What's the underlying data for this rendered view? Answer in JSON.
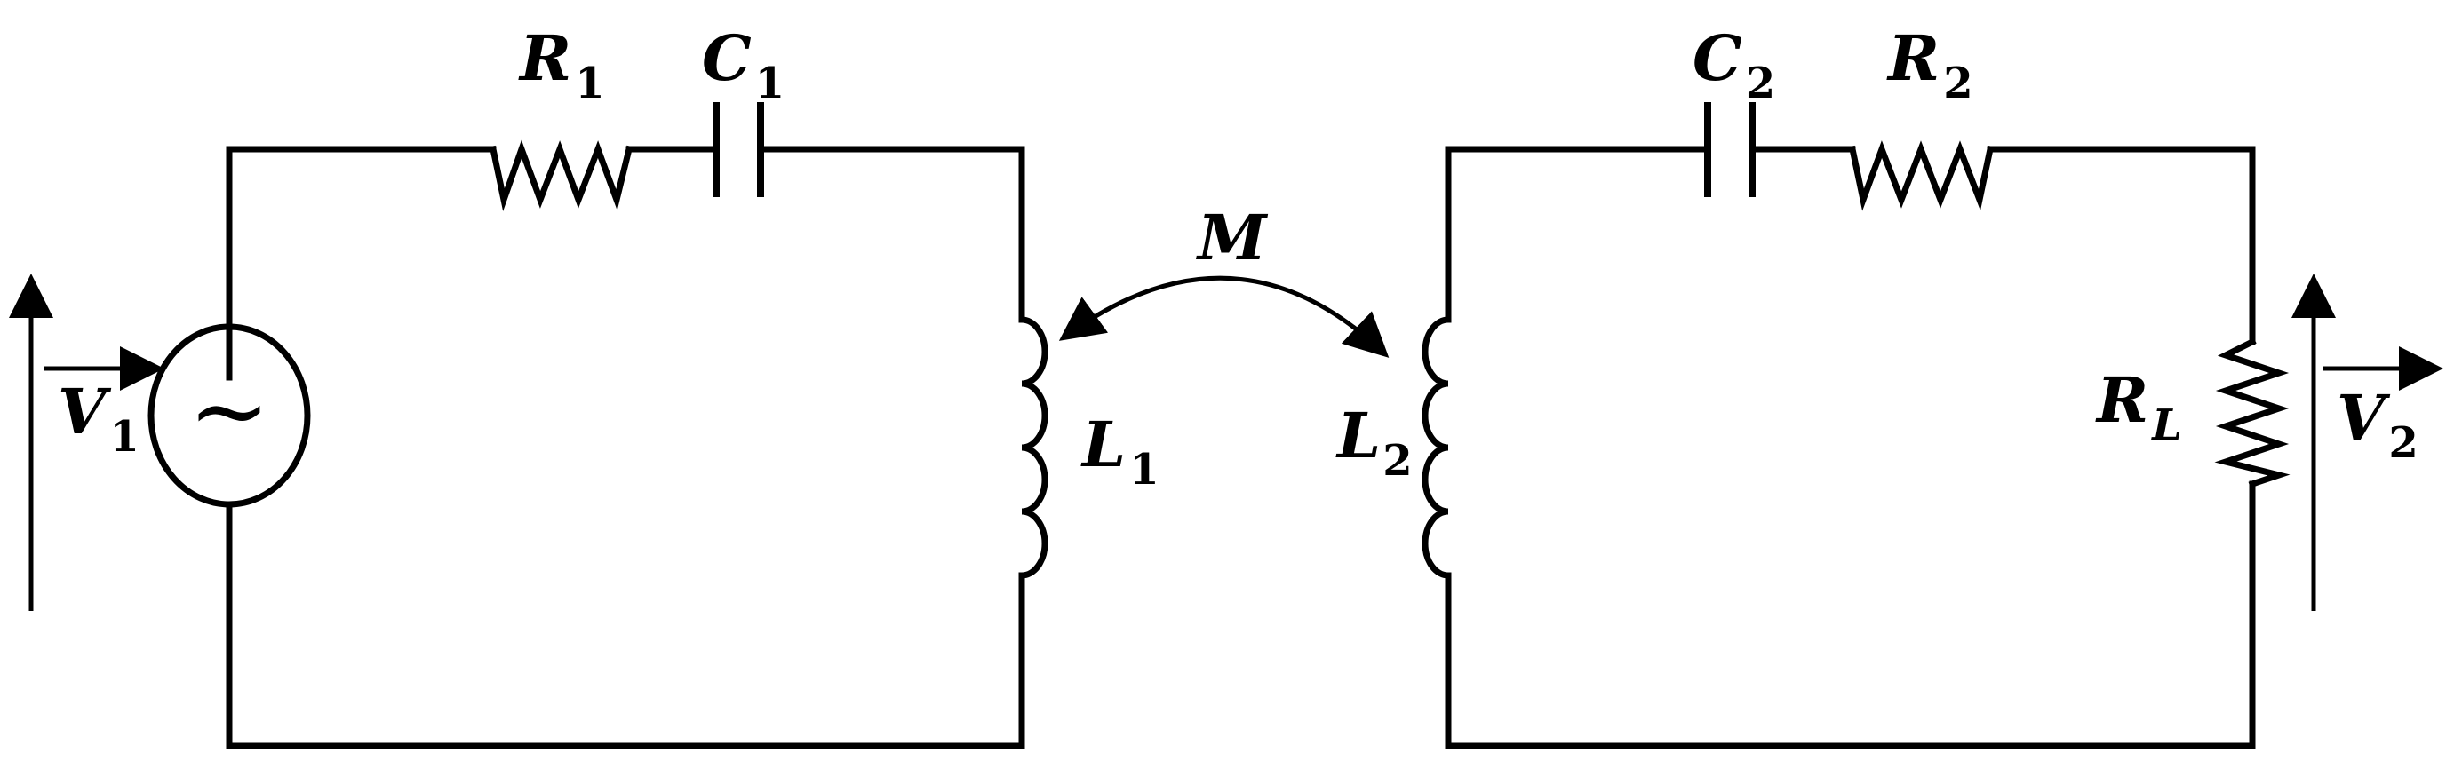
{
  "labels": {
    "R1": {
      "main": "R",
      "sub": "1"
    },
    "C1": {
      "main": "C",
      "sub": "1"
    },
    "C2": {
      "main": "C",
      "sub": "2"
    },
    "R2": {
      "main": "R",
      "sub": "2"
    },
    "L1": {
      "main": "L",
      "sub": "1"
    },
    "L2": {
      "main": "L",
      "sub": "2"
    },
    "RL": {
      "main": "R",
      "sub": "L"
    },
    "V1": {
      "main": "V",
      "sub": "1"
    },
    "V2": {
      "main": "V",
      "sub": "2"
    },
    "M": {
      "main": "M"
    },
    "source_symbol": "~"
  },
  "icons": {
    "source": "ac-voltage-source-icon",
    "resistor": "resistor-zigzag-icon",
    "capacitor": "capacitor-icon",
    "inductor": "inductor-coil-icon",
    "coupling": "double-headed-arrow-icon"
  },
  "colors": {
    "stroke": "#000000",
    "background": "#ffffff"
  }
}
